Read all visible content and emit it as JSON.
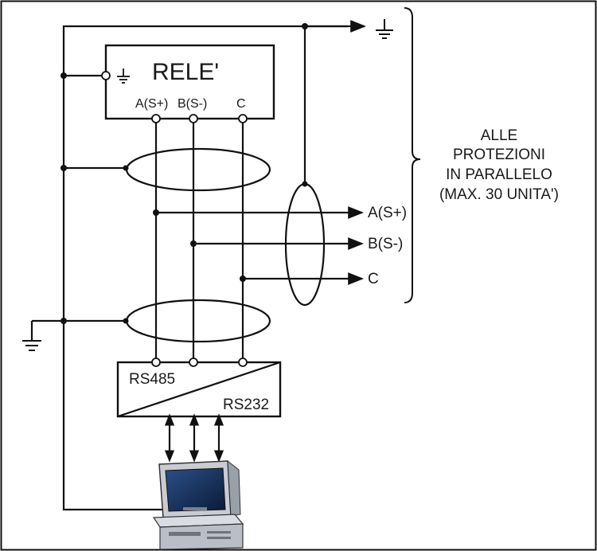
{
  "relay": {
    "title": "RELE'",
    "terminals": [
      "A(S+)",
      "B(S-)",
      "C"
    ]
  },
  "converter": {
    "left_label": "RS485",
    "right_label": "RS232"
  },
  "outputs": [
    "A(S+)",
    "B(S-)",
    "C"
  ],
  "bracket_note": [
    "ALLE",
    "PROTEZIONI",
    "IN PARALLELO",
    "(MAX. 30 UNITA')"
  ],
  "icons": [
    "ground-symbol",
    "computer-workstation-icon",
    "bidirectional-arrow"
  ]
}
